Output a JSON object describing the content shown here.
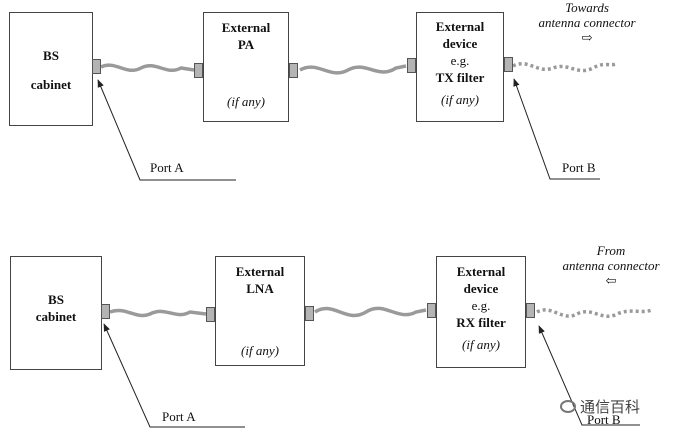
{
  "tx_chain": {
    "bs_cabinet": [
      "BS",
      "cabinet"
    ],
    "amp_name": [
      "External",
      "PA"
    ],
    "amp_note": "(if any)",
    "device_name": [
      "External",
      "device"
    ],
    "device_eg": "e.g.",
    "device_filter": "TX filter",
    "device_note": "(if any)",
    "direction": [
      "Towards",
      "antenna connector"
    ],
    "direction_arrow": "⇨",
    "port_a": "Port A",
    "port_b": "Port B"
  },
  "rx_chain": {
    "bs_cabinet": [
      "BS",
      "cabinet"
    ],
    "amp_name": [
      "External",
      "LNA"
    ],
    "amp_note": "(if any)",
    "device_name": [
      "External",
      "device"
    ],
    "device_eg": "e.g.",
    "device_filter": "RX filter",
    "device_note": "(if any)",
    "direction": [
      "From",
      "antenna connector"
    ],
    "direction_arrow": "⇦",
    "port_a": "Port A",
    "port_b": "Port B"
  },
  "watermark": "通信百科",
  "icons": [
    "wechat-logo-icon"
  ]
}
